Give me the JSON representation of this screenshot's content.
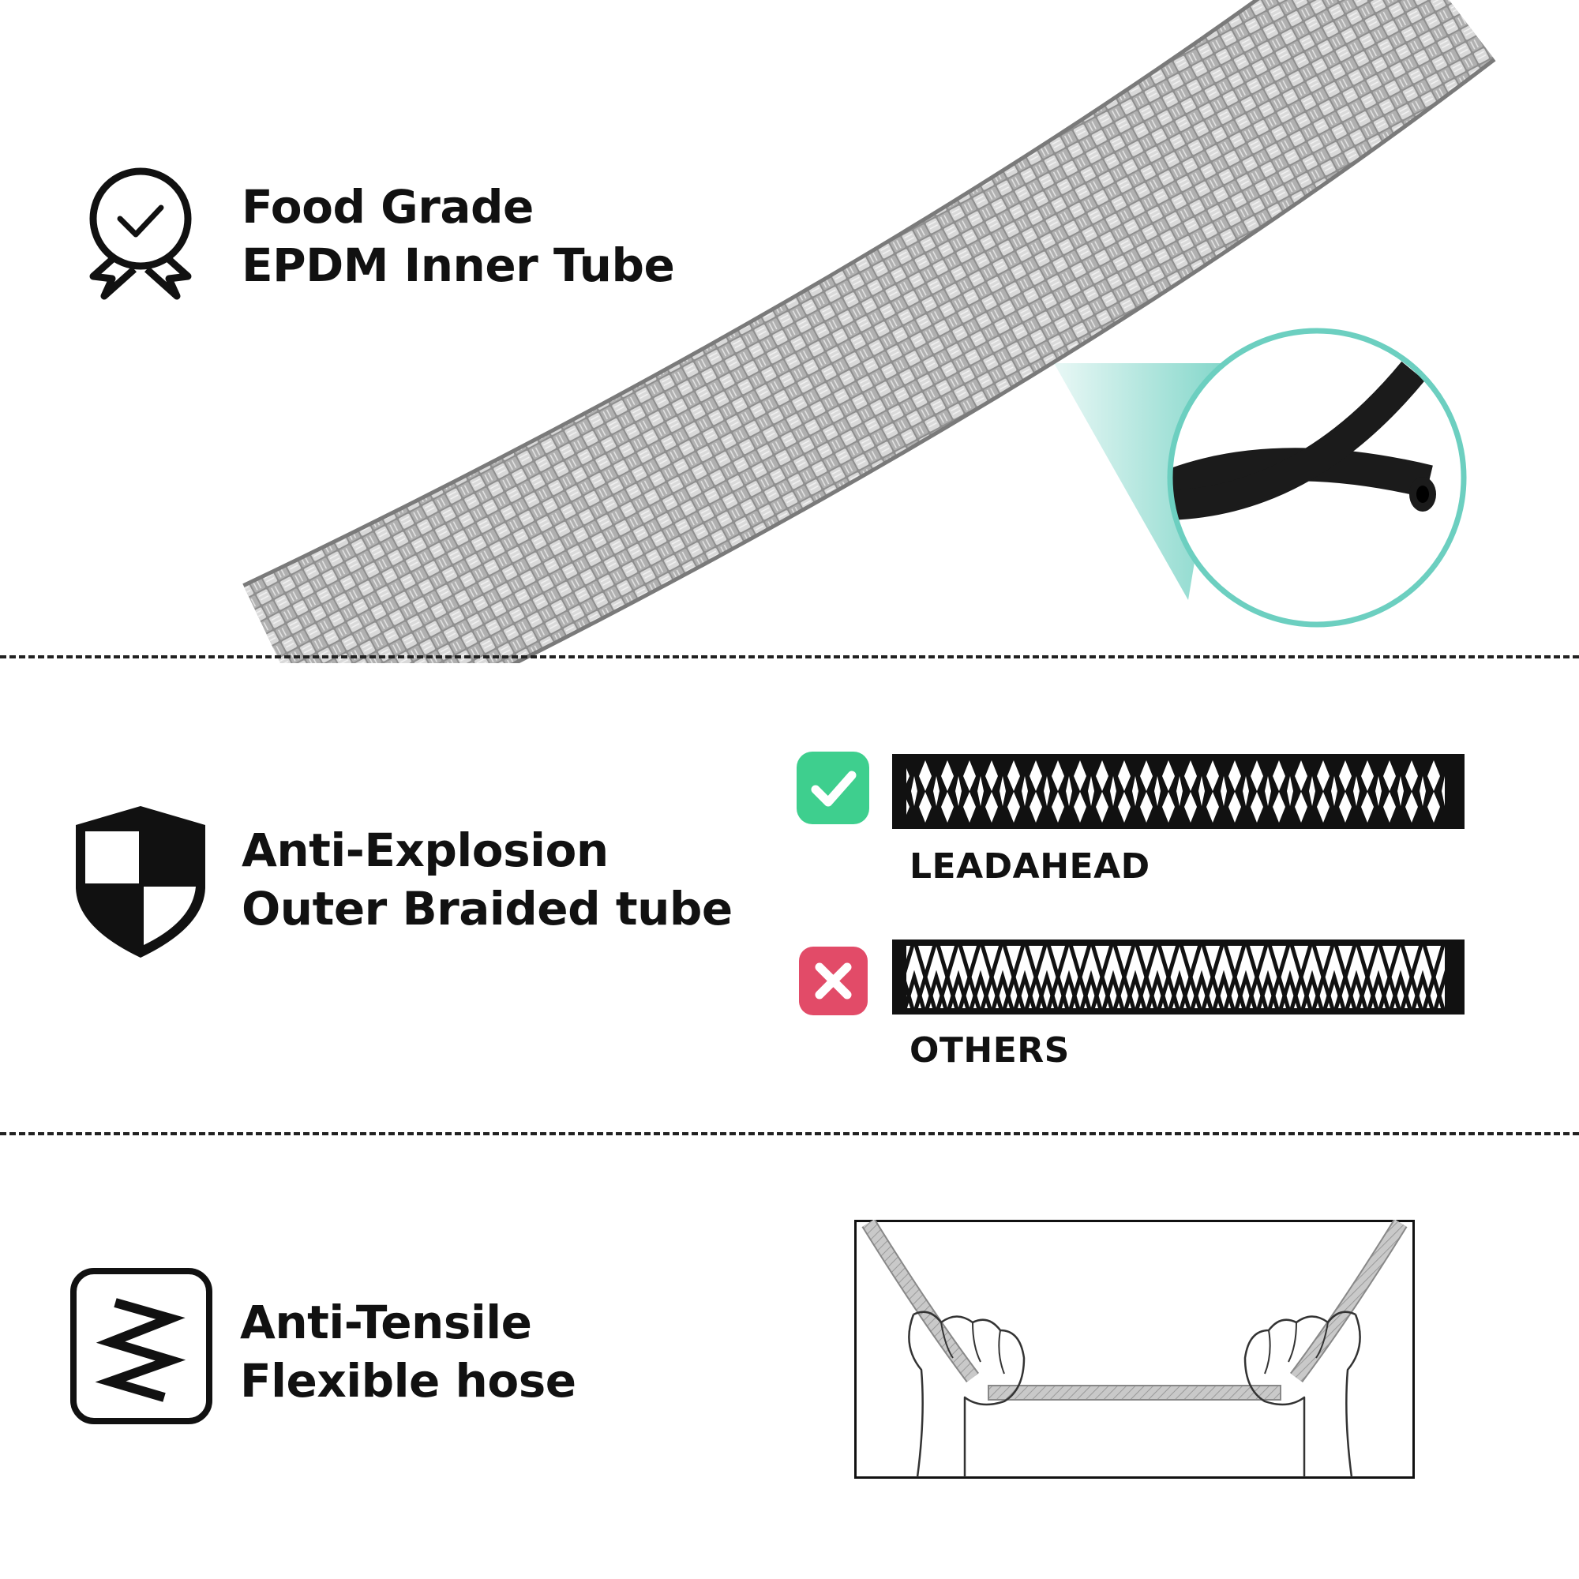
{
  "colors": {
    "accent_teal": "#6ccfc0",
    "check_green": "#3ecf8e",
    "cross_red": "#e24b68",
    "text": "#111111",
    "braid_silver": "#b9b9b9",
    "inner_tube": "#1b1b1b"
  },
  "sections": [
    {
      "id": "food-grade",
      "icon": "award-ribbon-icon",
      "line1": "Food Grade",
      "line2": "EPDM Inner Tube"
    },
    {
      "id": "anti-explosion",
      "icon": "shield-icon",
      "line1": "Anti-Explosion",
      "line2": "Outer Braided tube"
    },
    {
      "id": "anti-tensile",
      "icon": "zigzag-spring-icon",
      "line1": "Anti-Tensile",
      "line2": "Flexible hose"
    }
  ],
  "comparison": {
    "good": {
      "icon": "check-icon",
      "label": "LEADAHEAD"
    },
    "bad": {
      "icon": "cross-icon",
      "label": "OTHERS"
    }
  }
}
